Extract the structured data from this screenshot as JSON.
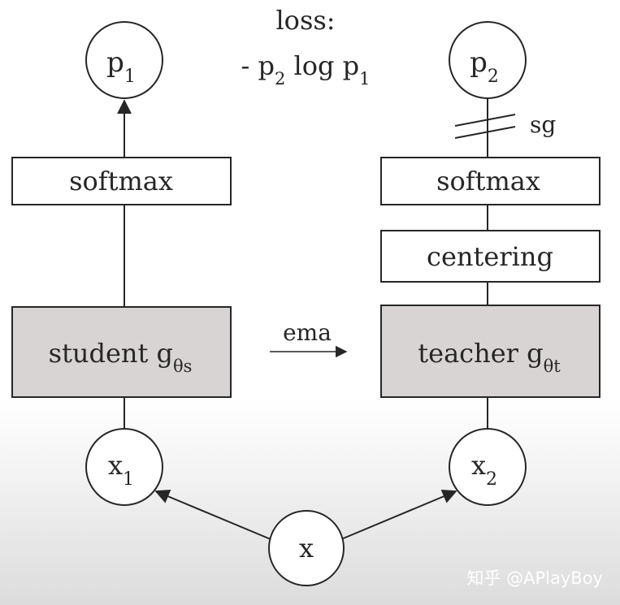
{
  "loss": {
    "label": "loss:",
    "formula_prefix": "- p",
    "formula_sub1": "2",
    "formula_mid": " log p",
    "formula_sub2": "1"
  },
  "student_branch": {
    "output": {
      "base": "p",
      "sub": "1"
    },
    "softmax_label": "softmax",
    "network": {
      "base": "student g",
      "sub_theta": "θ",
      "sub_letter": "s"
    },
    "input": {
      "base": "x",
      "sub": "1"
    }
  },
  "teacher_branch": {
    "output": {
      "base": "p",
      "sub": "2"
    },
    "stop_gradient_label": "sg",
    "softmax_label": "softmax",
    "centering_label": "centering",
    "network": {
      "base": "teacher g",
      "sub_theta": "θ",
      "sub_letter": "t"
    },
    "input": {
      "base": "x",
      "sub": "2"
    }
  },
  "ema_label": "ema",
  "source_input": "x",
  "watermark": "知乎 @APlayBoy",
  "colors": {
    "network_fill": "#d9d4d4",
    "stroke": "#262626",
    "box_fill": "#ffffff"
  }
}
